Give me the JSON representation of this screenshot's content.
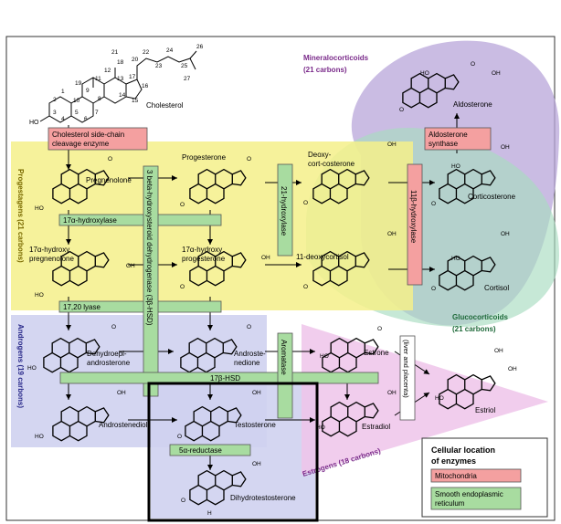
{
  "cholesterol": {
    "name": "Cholesterol",
    "carbon_numbers": [
      "1",
      "2",
      "3",
      "4",
      "5",
      "6",
      "7",
      "8",
      "9",
      "10",
      "11",
      "12",
      "13",
      "14",
      "15",
      "16",
      "17",
      "18",
      "19",
      "20",
      "21",
      "22",
      "23",
      "24",
      "25",
      "26",
      "27"
    ],
    "ho": "HO"
  },
  "groups": {
    "mineralocorticoids": {
      "name": "Mineralocorticoids",
      "carbons": "(21 carbons)",
      "color": "#b8a6d9"
    },
    "glucocorticoids": {
      "name": "Glucocorticoids",
      "carbons": "(21 carbons)",
      "color": "#a8dcc0"
    },
    "progestagens": {
      "name": "Progestagens (21 carbons)",
      "color": "#f5f08a"
    },
    "androgens": {
      "name": "Androgens (19 carbons)",
      "color": "#cfd1f0"
    },
    "estrogens": {
      "name": "Estrogens (18 carbons)",
      "color": "#eec4ea"
    }
  },
  "compounds": {
    "pregnenolone": "Pregnenolone",
    "progesterone": "Progesterone",
    "deoxycorticosterone_l1": "Deoxy-",
    "deoxycorticosterone_l2": "cort-costerone",
    "corticosterone": "Corticosterone",
    "aldosterone": "Aldosterone",
    "hydroxypregnenolone_l1": "17α-hydroxy",
    "hydroxypregnenolone_l2": "pregnenolone",
    "hydroxyprogesterone_l1": "17α-hydroxy",
    "hydroxyprogesterone_l2": "progesterone",
    "deoxycortisol": "11-deoxycortisol",
    "cortisol": "Cortisol",
    "dhea_l1": "Dehydroepi-",
    "dhea_l2": "androsterone",
    "androstenedione_l1": "Androste-",
    "androstenedione_l2": "nedione",
    "androstenediol": "Androstenediol",
    "testosterone": "Testosterone",
    "dht": "Dihydrotestosterone",
    "estrone": "Estrone",
    "estradiol": "Estradiol",
    "estriol": "Estriol"
  },
  "groups_text": {
    "oh": "OH",
    "ho": "HO",
    "o": "O",
    "h": "H"
  },
  "enzymes": {
    "scc_l1": "Cholesterol side-chain",
    "scc_l2": "cleavage enzyme",
    "hydroxylase17": "17α-hydroxylase",
    "lyase1720": "17,20 lyase",
    "hsd3b": "3 beta-hydroxysteroid dehydrogenase (3β-HSD)",
    "hydroxylase21": "21-hydroxylase",
    "hydroxylase11b": "11β-hydroxylase",
    "aldosterone_synthase_l1": "Aldosterone",
    "aldosterone_synthase_l2": "synthase",
    "hsd17b": "17β-HSD",
    "aromatase": "Aromatase",
    "reductase5a": "5α-reductase",
    "liver_placenta": "(liver and placenta)"
  },
  "legend": {
    "title_l1": "Cellular location",
    "title_l2": "of enzymes",
    "mito": "Mitochondria",
    "ser_l1": "Smooth endoplasmic",
    "ser_l2": "reticulum",
    "mito_color": "#f4a0a0",
    "ser_color": "#a8dca0"
  }
}
